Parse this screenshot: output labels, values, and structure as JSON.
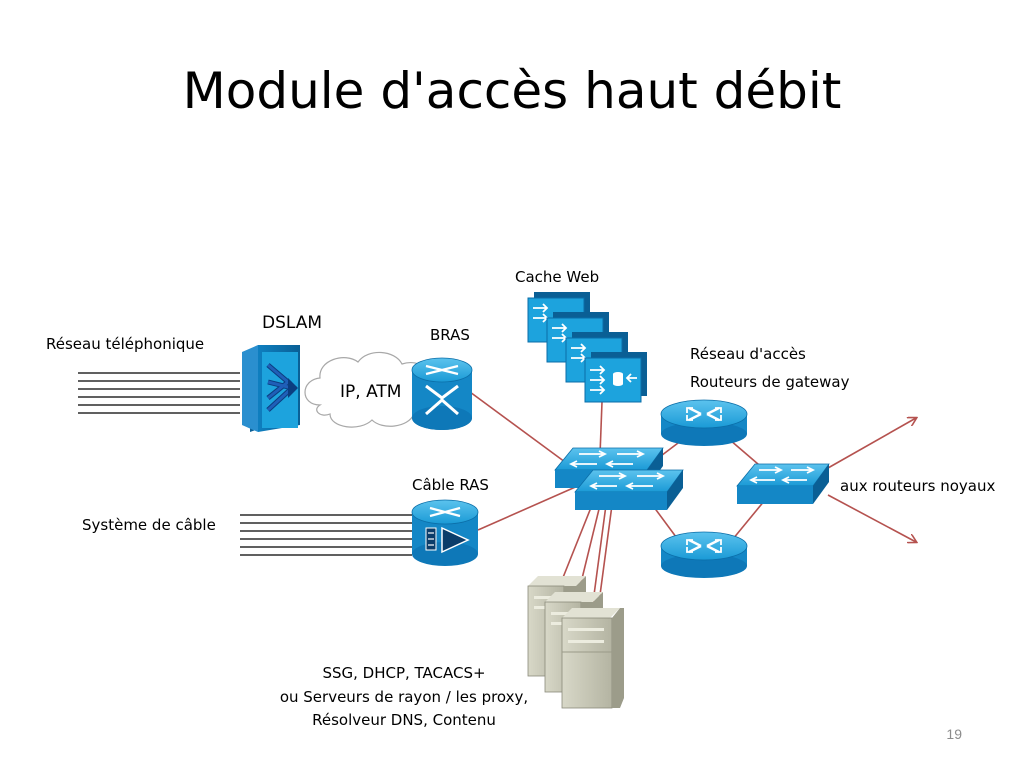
{
  "slide": {
    "title": "Module d'accès haut débit",
    "page_number": "19"
  },
  "labels": {
    "cache_web": "Cache Web",
    "dslam": "DSLAM",
    "bras": "BRAS",
    "reseau_telephonique": "Réseau téléphonique",
    "ip_atm": "IP, ATM",
    "reseau_acces": "Réseau d'accès",
    "routeurs_gateway": "Routeurs de gateway",
    "cable_ras": "Câble RAS",
    "aux_routeurs_noyaux": "aux routeurs noyaux",
    "systeme_cable": "Système de câble",
    "servers_line1": "SSG, DHCP, TACACS+",
    "servers_line2": "ou Serveurs de rayon / les proxy,",
    "servers_line3": "Résolveur DNS, Contenu"
  },
  "colors": {
    "device_blue": "#1a9ad6",
    "device_dark": "#0b6ea8",
    "link_red": "#b5524f",
    "server_gray": "#c9c9b8"
  },
  "icons": [
    "dslam-icon",
    "cloud-icon",
    "router-icon",
    "switch-icon",
    "cache-server-icon",
    "cable-ras-icon",
    "server-tower-icon",
    "arrow-icon"
  ]
}
